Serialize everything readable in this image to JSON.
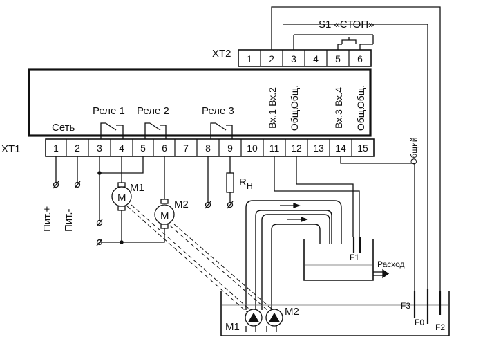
{
  "xt2": {
    "label": "XT2",
    "terminals": [
      "1",
      "2",
      "3",
      "4",
      "5",
      "6"
    ]
  },
  "xt1": {
    "label": "XT1",
    "terminals": [
      "1",
      "2",
      "3",
      "4",
      "5",
      "6",
      "7",
      "8",
      "9",
      "10",
      "11",
      "12",
      "13",
      "14",
      "15"
    ]
  },
  "switch_label": "S1 «СТОП»",
  "device": {
    "net_label": "Сеть",
    "relays": [
      "Реле 1",
      "Реле 2",
      "Реле 3"
    ],
    "inputs_top": [
      "Вх.2",
      "Общ.",
      "Вх.4",
      "Общ."
    ],
    "inputs_bottom": [
      "Вх.1",
      "Общ.",
      "Вх.3",
      "Общ."
    ]
  },
  "power": {
    "plus": "Пит.+",
    "minus": "Пит.-"
  },
  "resistor": {
    "main": "R",
    "sub": "Н"
  },
  "motors": {
    "m1": "M1",
    "m2": "M2"
  },
  "pumps": {
    "m1": "M1",
    "m2": "M2"
  },
  "tank_label": "Расход",
  "sensors": {
    "f1": "F1",
    "f3": "F3",
    "f0": "F0",
    "f2": "F2"
  },
  "common_label": "Общий"
}
